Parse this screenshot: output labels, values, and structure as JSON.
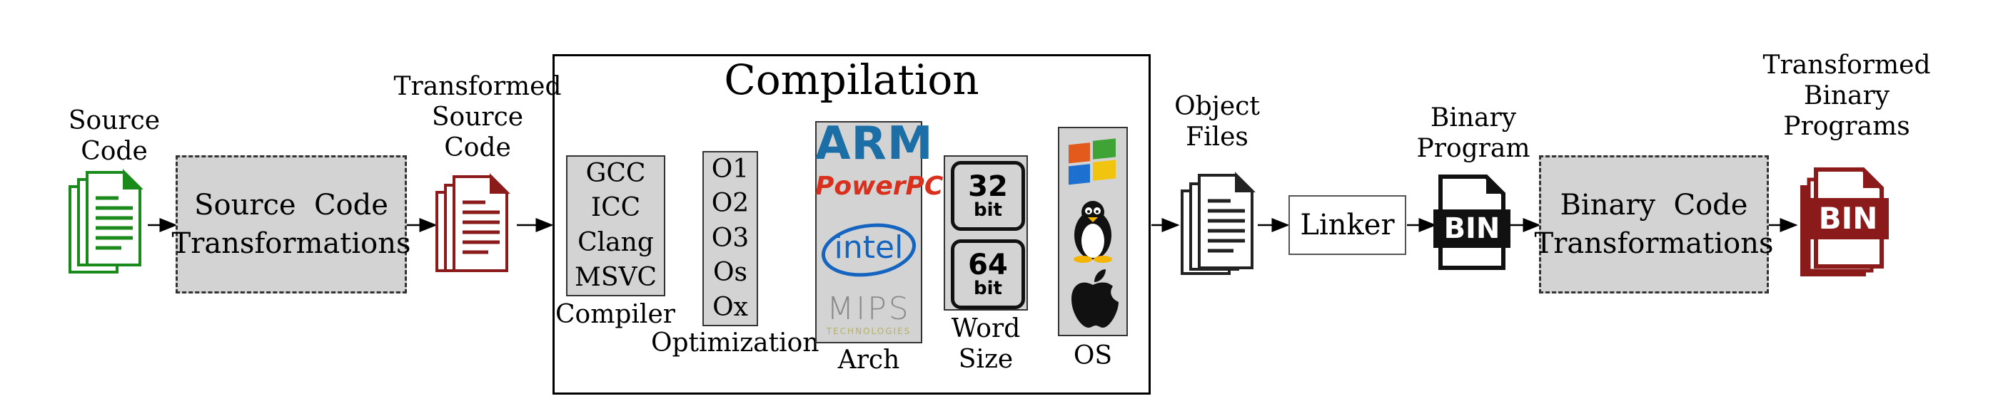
{
  "nodes": {
    "source_code": {
      "lines": [
        "Source",
        "Code"
      ]
    },
    "source_transformations": {
      "lines": [
        "Source  Code",
        "Transformations"
      ]
    },
    "transformed_source_code": {
      "lines": [
        "Transformed",
        "Source",
        "Code"
      ]
    },
    "compilation": {
      "title": "Compilation",
      "compiler": {
        "label": "Compiler",
        "items": [
          "GCC",
          "ICC",
          "Clang",
          "MSVC"
        ]
      },
      "optimization": {
        "label": "Optimization",
        "items": [
          "O1",
          "O2",
          "O3",
          "Os",
          "Ox"
        ]
      },
      "arch": {
        "label": "Arch",
        "logos": [
          "ARM",
          "PowerPC",
          "intel",
          "MIPS",
          "TECHNOLOGIES"
        ]
      },
      "word_size": {
        "label_lines": [
          "Word",
          "Size"
        ],
        "options": [
          {
            "num": "32",
            "unit": "bit"
          },
          {
            "num": "64",
            "unit": "bit"
          }
        ]
      },
      "os": {
        "label": "OS",
        "icons": [
          "windows-logo-icon",
          "linux-tux-icon",
          "apple-logo-icon"
        ]
      }
    },
    "object_files": {
      "lines": [
        "Object",
        "Files"
      ]
    },
    "linker": {
      "label": "Linker"
    },
    "binary_program": {
      "lines": [
        "Binary",
        "Program"
      ],
      "badge": "BIN"
    },
    "binary_transformations": {
      "lines": [
        "Binary  Code",
        "Transformations"
      ]
    },
    "transformed_binary_programs": {
      "lines": [
        "Transformed",
        "Binary",
        "Programs"
      ],
      "badge": "BIN"
    }
  },
  "colors": {
    "source_green": "#1a8a1a",
    "transformed_red": "#8b1a1a",
    "box_gray": "#d3d3d3",
    "arm_blue": "#1b6fa6",
    "powerpc_red": "#d8301c",
    "intel_blue": "#1565c0",
    "mips_gray": "#8a8a8a",
    "mips_olive": "#b5b26a"
  }
}
